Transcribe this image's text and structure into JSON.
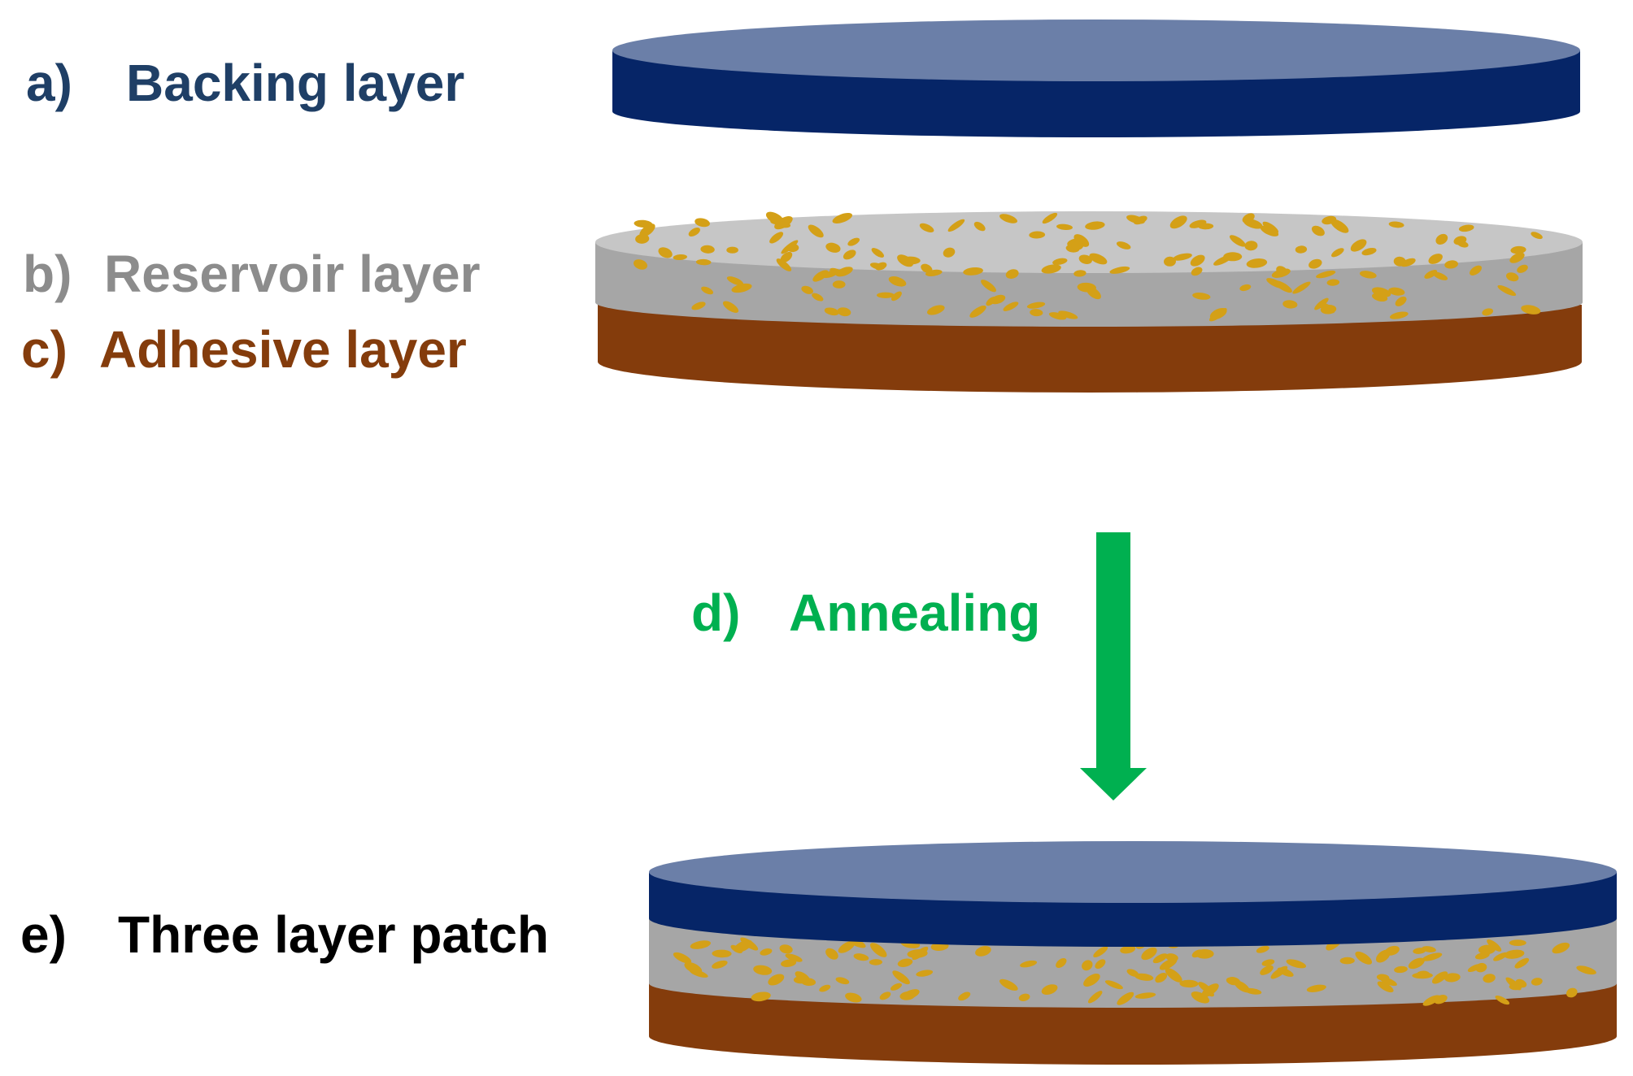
{
  "labels": {
    "a": {
      "letter": "a)",
      "text": "Backing layer"
    },
    "b": {
      "letter": "b)",
      "text": "Reservoir layer"
    },
    "c": {
      "letter": "c)",
      "text": "Adhesive layer"
    },
    "d": {
      "letter": "d)",
      "text": "Annealing"
    },
    "e": {
      "letter": "e)",
      "text": "Three layer patch"
    }
  },
  "colors": {
    "backing_top": "#6b7fa8",
    "backing_side": "#062567",
    "reservoir_top": "#c6c6c6",
    "reservoir_side": "#a6a6a6",
    "adhesive_side": "#843c0c",
    "particle": "#d4a017",
    "arrow": "#00b050",
    "label_a": "#1f3f66",
    "label_b": "#8c8c8c",
    "label_c": "#843c0c",
    "label_d": "#00b050",
    "label_e": "#000000"
  },
  "icons": [
    "down-arrow-icon"
  ]
}
